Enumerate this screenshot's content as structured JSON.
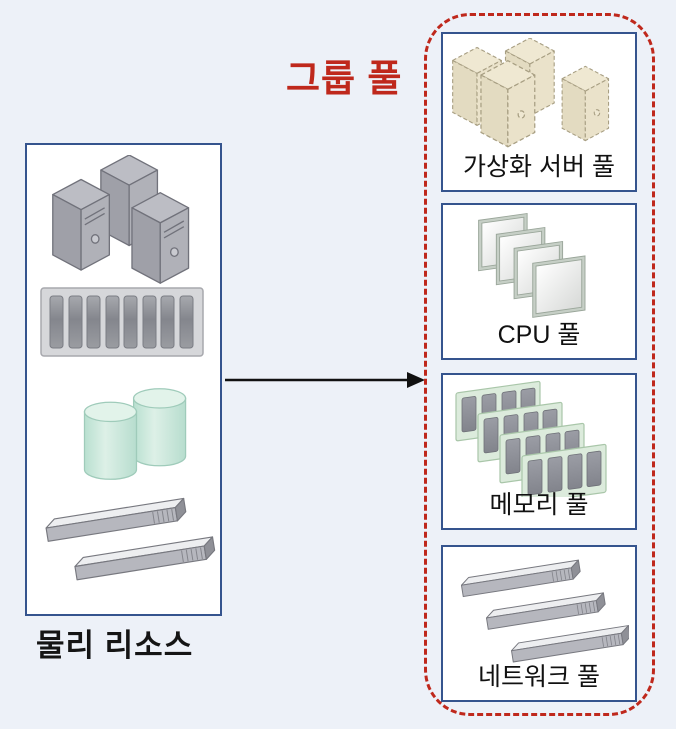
{
  "group": {
    "title": "그룹 풀",
    "accent_color": "#bf281c"
  },
  "physical": {
    "label": "물리 리소스",
    "icons": [
      "tower-servers",
      "blade-enclosure",
      "storage-cylinders",
      "network-switches"
    ]
  },
  "pools": [
    {
      "label": "가상화 서버 풀",
      "icon": "virtual-servers"
    },
    {
      "label": "CPU 풀",
      "icon": "cpu-panels"
    },
    {
      "label": "메모리 풀",
      "icon": "memory-modules"
    },
    {
      "label": "네트워크 풀",
      "icon": "network-switches"
    }
  ],
  "colors": {
    "background": "#edf1f8",
    "box_border": "#35548e",
    "box_fill": "#ffffff",
    "label_text": "#111111",
    "arrow": "#111111"
  }
}
